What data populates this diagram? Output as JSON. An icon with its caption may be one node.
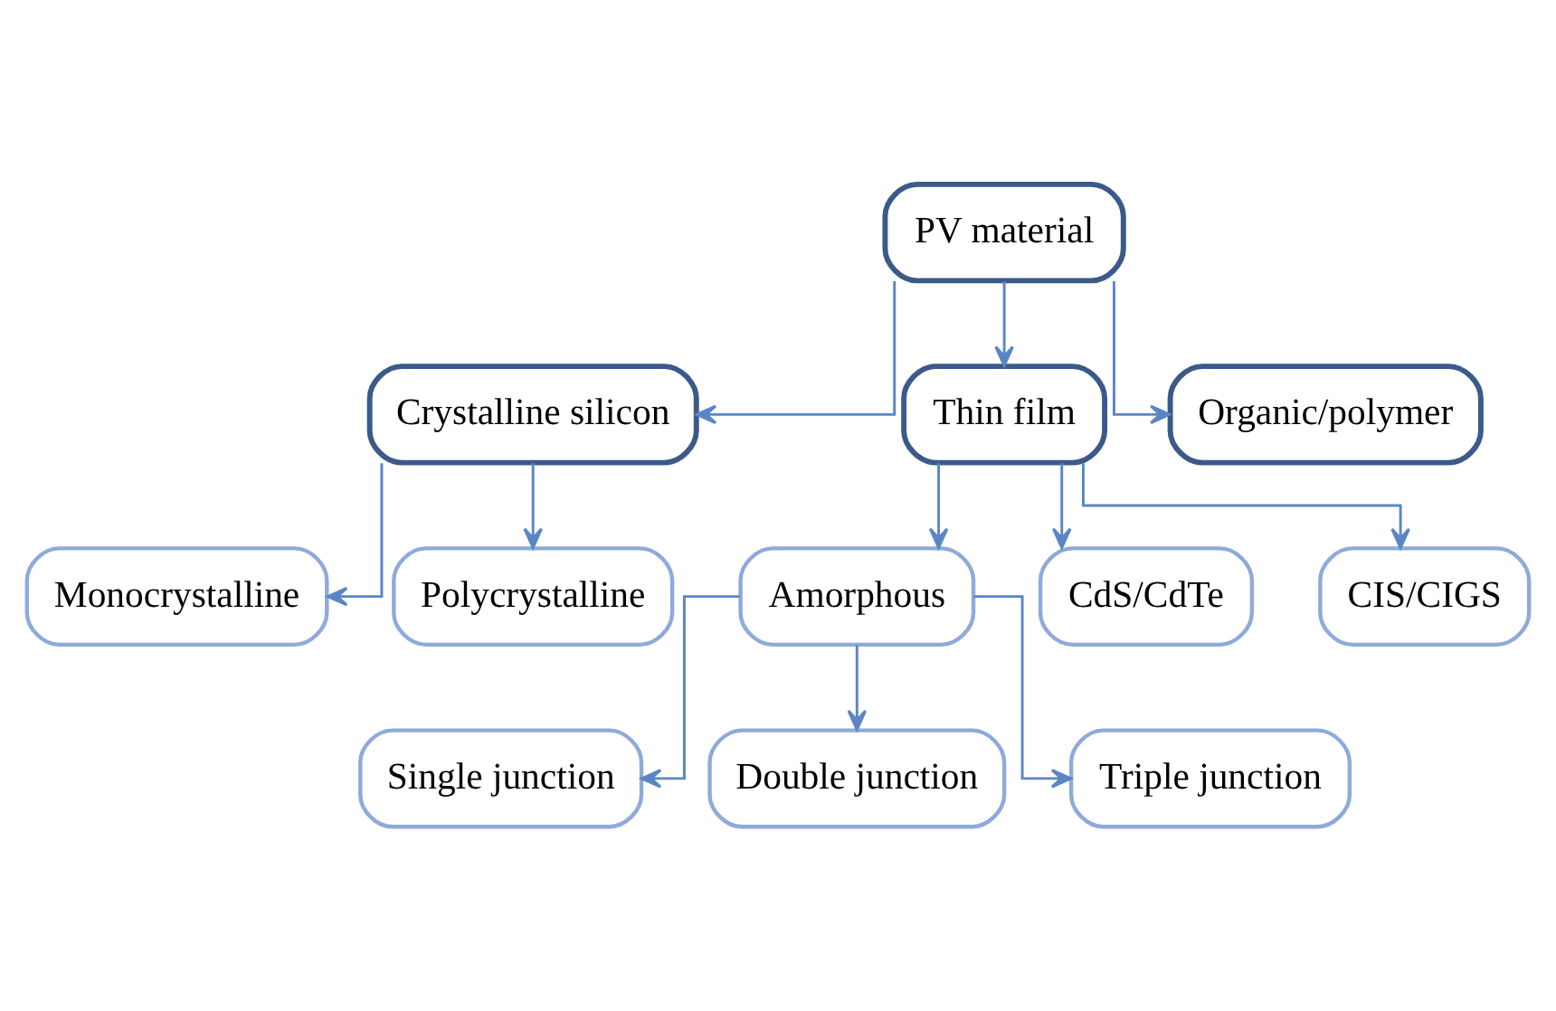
{
  "diagram": {
    "nodes": [
      {
        "text": [
          "PV material"
        ]
      },
      {
        "text": [
          "Crystalline silicon"
        ]
      },
      {
        "text": [
          "Thin film"
        ]
      },
      {
        "text": [
          "Organic/polymer"
        ]
      },
      {
        "text": [
          "Monocrystalline"
        ]
      },
      {
        "text": [
          "Polycrystalline"
        ]
      },
      {
        "text": [
          "Amorphous"
        ]
      },
      {
        "text": [
          "Single junction"
        ]
      },
      {
        "text": [
          "Double junction"
        ]
      },
      {
        "text": [
          "Triple junction"
        ]
      },
      {
        "text": [
          "CdS/CdTe"
        ]
      },
      {
        "text": [
          "CIS/CIGS"
        ]
      }
    ],
    "edges": [
      {
        "from": 0,
        "to": 1,
        "arrow": "to"
      },
      {
        "from": 0,
        "to": 2,
        "arrow": "to"
      },
      {
        "from": 0,
        "to": 3,
        "arrow": "to"
      },
      {
        "from": 1,
        "to": 4,
        "arrow": "to"
      },
      {
        "from": 1,
        "to": 5,
        "arrow": "to"
      },
      {
        "from": 2,
        "to": 6,
        "arrow": "to"
      },
      {
        "from": 6,
        "to": 7,
        "arrow": "to"
      },
      {
        "from": 6,
        "to": 8,
        "arrow": "to"
      },
      {
        "from": 6,
        "to": 9,
        "arrow": "to"
      },
      {
        "from": 2,
        "to": 10,
        "arrow": "to"
      },
      {
        "from": 2,
        "to": 11,
        "arrow": "to"
      }
    ]
  }
}
